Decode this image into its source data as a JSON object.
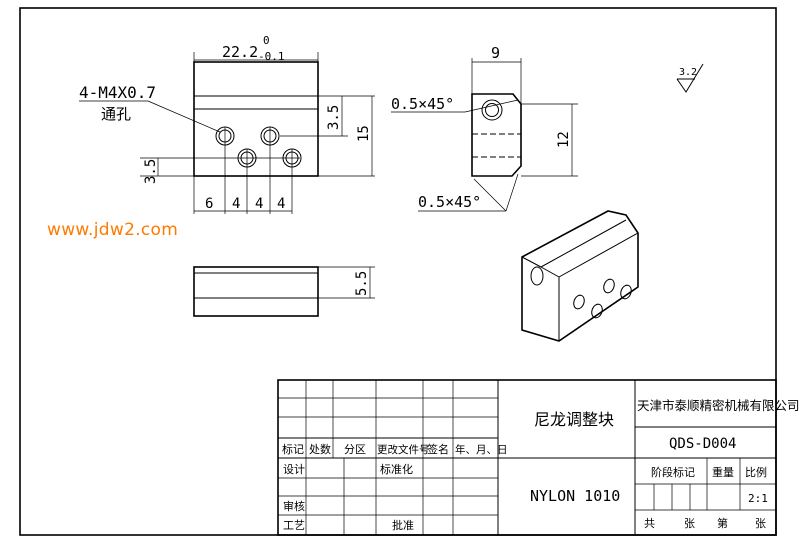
{
  "watermark": "www.jdw2.com",
  "front_view": {
    "dim_width": "22.2",
    "tol_upper": "0",
    "tol_lower": "-0.1",
    "thread_callout": "4-M4X0.7",
    "thread_note": "通孔",
    "dim_hole_offset": "3.5",
    "dim_height": "15",
    "dim_hole_offset_left": "3.5",
    "dim_h1": "6",
    "dim_h2": "4",
    "dim_h3": "4",
    "dim_h4": "4"
  },
  "bottom_view": {
    "dim_thickness": "5.5"
  },
  "side_view": {
    "dim_top": "9",
    "chamfer_top": "0.5×45°",
    "dim_height": "12",
    "chamfer_bottom": "0.5×45°"
  },
  "roughness": "3.2",
  "title_block": {
    "part_name": "尼龙调整块",
    "material": "NYLON 1010",
    "company": "天津市泰顺精密机械有限公司",
    "drawing_no": "QDS-D004",
    "hdr_mark": "标记",
    "hdr_count": "处数",
    "hdr_zone": "分区",
    "hdr_doc": "更改文件号",
    "hdr_sign": "签名",
    "hdr_date": "年、月、日",
    "design": "设计",
    "standardize": "标准化",
    "review": "审核",
    "process": "工艺",
    "approve": "批准",
    "stage_mark": "阶段标记",
    "weight": "重量",
    "scale_label": "比例",
    "scale_value": "2:1",
    "total": "共",
    "sheet_unit1": "张",
    "sheet_no": "第",
    "sheet_unit2": "张"
  }
}
